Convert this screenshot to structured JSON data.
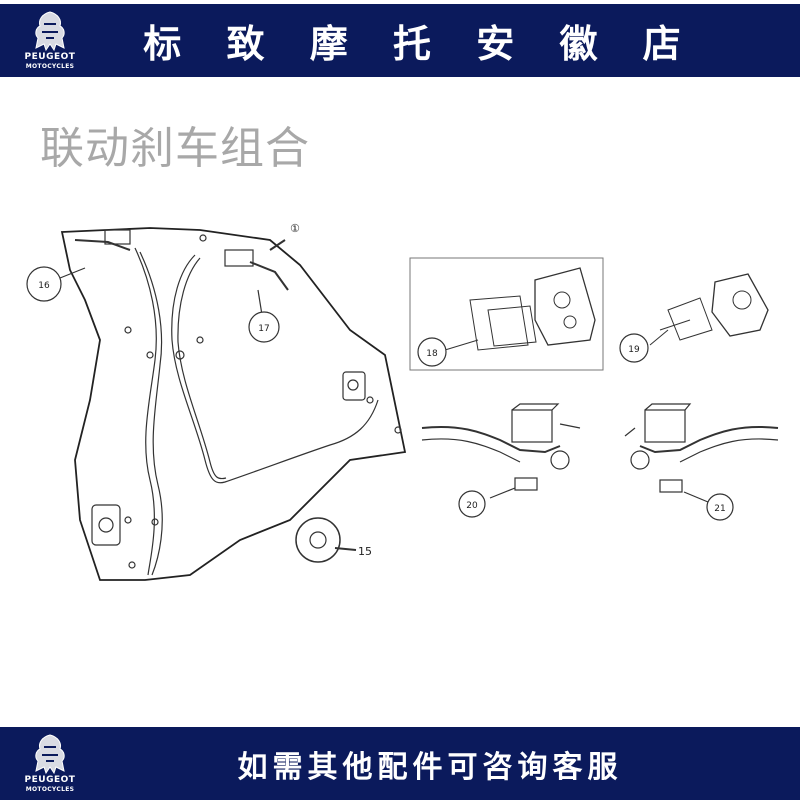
{
  "header": {
    "brand_line1": "PEUGEOT",
    "brand_line2": "MOTOCYCLES",
    "shop_name": "标 致 摩 托 安 徽 店"
  },
  "page_title": "联动刹车组合",
  "diagram": {
    "callouts": {
      "c16": "16",
      "c17": "17",
      "c18": "18",
      "c19": "19",
      "c20": "20",
      "c21": "21",
      "c15": "15"
    },
    "marker_1": "①"
  },
  "footer": {
    "brand_line1": "PEUGEOT",
    "brand_line2": "MOTOCYCLES",
    "contact_text": "如需其他配件可咨询客服"
  },
  "colors": {
    "banner": "#0b1a5c",
    "title": "#a8a8a8",
    "line_art": "#333333"
  }
}
